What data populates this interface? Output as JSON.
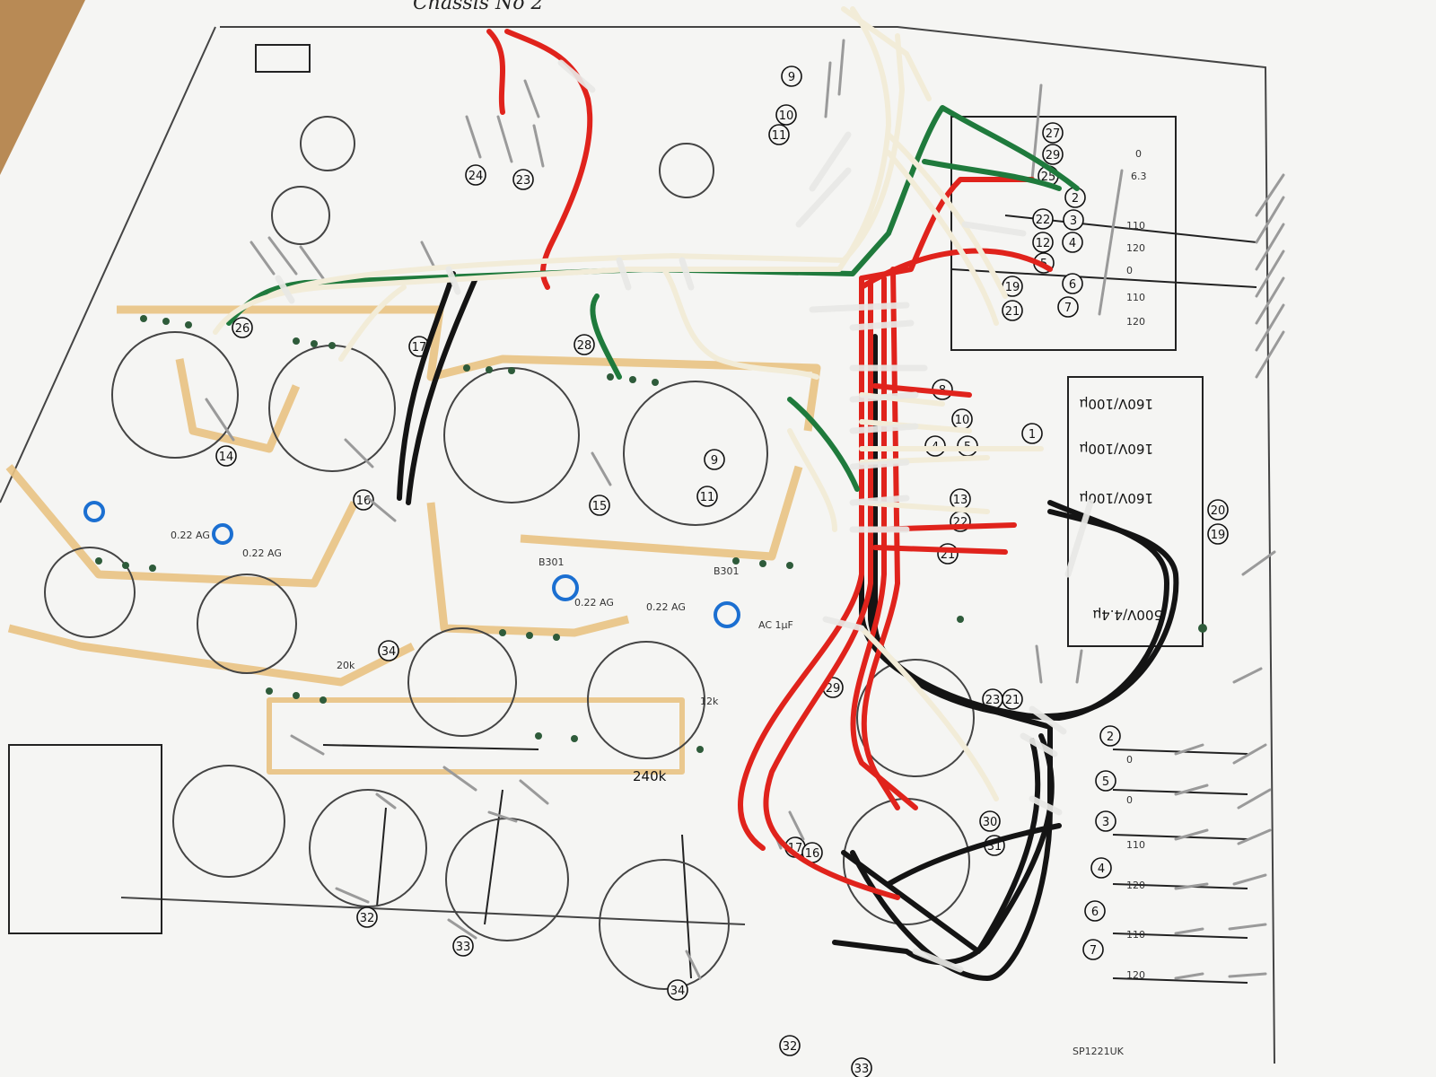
{
  "photo": {
    "title_text": "Chassis No 2",
    "bench_color": "#b88a55",
    "paper_color": "#f4f4f2",
    "pcb_trace_color": "#e9c383",
    "wire_colors": {
      "red": "#e0231c",
      "green": "#1f7a3c",
      "white": "#f2ecd8",
      "black": "#141414"
    }
  },
  "diagram": {
    "node_labels": [
      "24",
      "23",
      "9",
      "10",
      "11",
      "27",
      "29",
      "25",
      "2",
      "22",
      "3",
      "12",
      "4",
      "5",
      "19",
      "6",
      "21",
      "7",
      "14",
      "17",
      "16",
      "15",
      "9",
      "11",
      "8",
      "10",
      "4",
      "5",
      "1",
      "13",
      "22",
      "21",
      "20",
      "19",
      "29",
      "34",
      "30",
      "31",
      "2",
      "5",
      "3",
      "4",
      "6",
      "7",
      "17",
      "16",
      "32",
      "33",
      "34",
      "32",
      "33",
      "26",
      "28",
      "23",
      "21"
    ],
    "component_labels": [
      "160V/100μ",
      "160V/100μ",
      "160V/100μ",
      "500V/4.4μ",
      "0.22 AG",
      "0.22 AG",
      "0.22 AG",
      "0.22 AG",
      "B301",
      "B301",
      "240k",
      "12k",
      "20k",
      "AC 1μF",
      "SP1221UK"
    ],
    "tap_labels": [
      "0",
      "6.3",
      "110",
      "120",
      "0",
      "110",
      "120",
      "0",
      "0",
      "110",
      "120",
      "110",
      "120"
    ]
  }
}
